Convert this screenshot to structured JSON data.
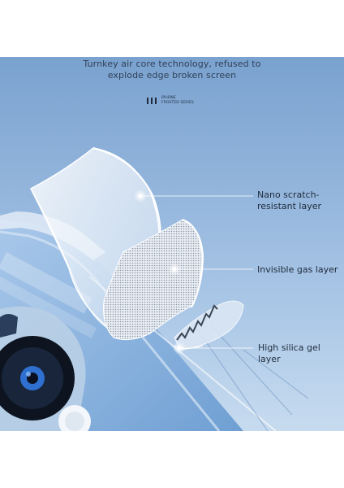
{
  "headline": {
    "line1": "Turnkey air core technology, refused to",
    "line2": "explode edge broken screen"
  },
  "brand": {
    "line1": "IPHONE",
    "line2": "FROSTED SERIES"
  },
  "callouts": {
    "nano": {
      "line1": "Nano scratch-",
      "line2": "resistant layer"
    },
    "gas": "Invisible gas layer",
    "silica": "High silica gel layer"
  },
  "colors": {
    "background_top": "#7aa2cf",
    "background_bottom": "#c7dbef",
    "text": "#1f2b3b",
    "phone_body": "#8fb4dc",
    "camera_lens": "#0d1420",
    "lens_accent": "#2f6fd0"
  }
}
